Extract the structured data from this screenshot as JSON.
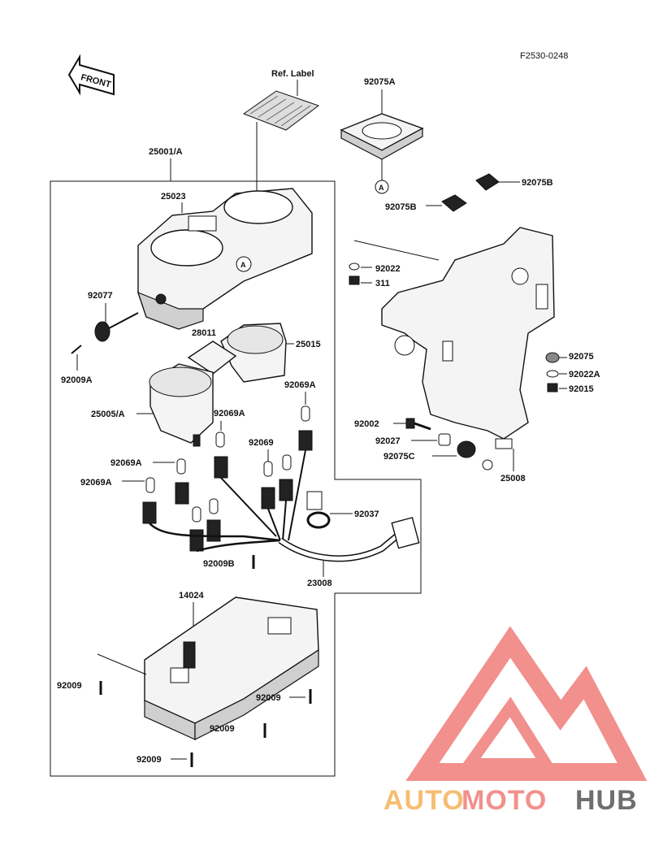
{
  "figure_code": "F2530-0248",
  "front_label": "FRONT",
  "ref_label": "Ref. Label",
  "circle_marker": "A",
  "watermark": {
    "part1": "AUTO",
    "part2": "MOTO",
    "part3": "HUB",
    "color_orange": "#f5b25a",
    "color_red": "#ef7d79",
    "color_dark": "#555555"
  },
  "part_numbers": {
    "p25001A": "25001/A",
    "p25023": "25023",
    "p92077": "92077",
    "p92009A": "92009A",
    "p28011": "28011",
    "p25015": "25015",
    "p25005A": "25005/A",
    "p92069A_1": "92069A",
    "p92069A_2": "92069A",
    "p92069": "92069",
    "p92069A_3": "92069A",
    "p92069A_4": "92069A",
    "p92037": "92037",
    "p92009B": "92009B",
    "p23008": "23008",
    "p14024": "14024",
    "p92009_1": "92009",
    "p92009_2": "92009",
    "p92009_3": "92009",
    "p92009_4": "92009",
    "p92075A": "92075A",
    "p92075B_1": "92075B",
    "p92075B_2": "92075B",
    "p92022": "92022",
    "p311": "311",
    "p92075": "92075",
    "p92022A": "92022A",
    "p92015": "92015",
    "p92002": "92002",
    "p92027": "92027",
    "p92075C": "92075C",
    "p25008": "25008"
  }
}
